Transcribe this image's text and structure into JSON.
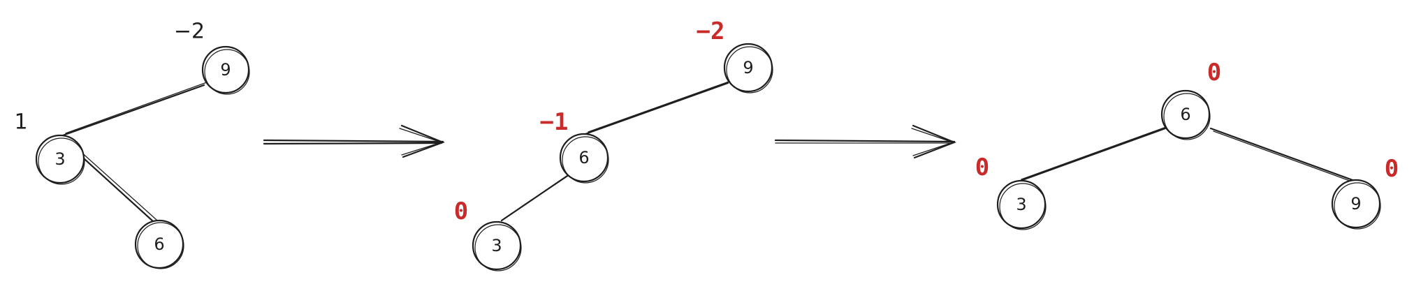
{
  "colors": {
    "ink": "#1e1e1e",
    "accent_red": "#c92a2a"
  },
  "trees": [
    {
      "nodes": [
        {
          "id": "9",
          "label": "9",
          "balance": "−2"
        },
        {
          "id": "3",
          "label": "3",
          "balance": "1"
        },
        {
          "id": "6",
          "label": "6",
          "balance": ""
        }
      ]
    },
    {
      "nodes": [
        {
          "id": "9",
          "label": "9",
          "balance": "−2"
        },
        {
          "id": "6",
          "label": "6",
          "balance": "−1"
        },
        {
          "id": "3",
          "label": "3",
          "balance": "0"
        }
      ]
    },
    {
      "nodes": [
        {
          "id": "6",
          "label": "6",
          "balance": "0"
        },
        {
          "id": "3",
          "label": "3",
          "balance": "0"
        },
        {
          "id": "9",
          "label": "9",
          "balance": "0"
        }
      ]
    }
  ]
}
